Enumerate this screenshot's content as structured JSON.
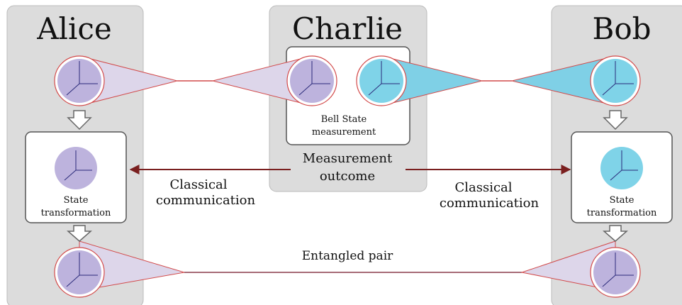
{
  "panels": {
    "alice": "Alice",
    "charlie": "Charlie",
    "bob": "Bob"
  },
  "labels": {
    "bell_state_line1": "Bell State",
    "bell_state_line2": "measurement",
    "measurement_line1": "Measurement",
    "measurement_line2": "outcome",
    "classical_left_line1": "Classical",
    "classical_left_line2": "communication",
    "classical_right_line1": "Classical",
    "classical_right_line2": "communication",
    "state_transform_left_line1": "State",
    "state_transform_left_line2": "transformation",
    "state_transform_right_line1": "State",
    "state_transform_right_line2": "transformation",
    "entangled_pair": "Entangled pair"
  },
  "colors": {
    "panel": "#dcdcdc",
    "purple_sphere": "#bdb3dd",
    "blue_sphere": "#7fd3e8",
    "lavender_cone": "#ddd6ea",
    "blue_cone": "#7fd0e6",
    "red_line": "#d24a4a",
    "dark_red_arrow": "#7a1f1f"
  }
}
